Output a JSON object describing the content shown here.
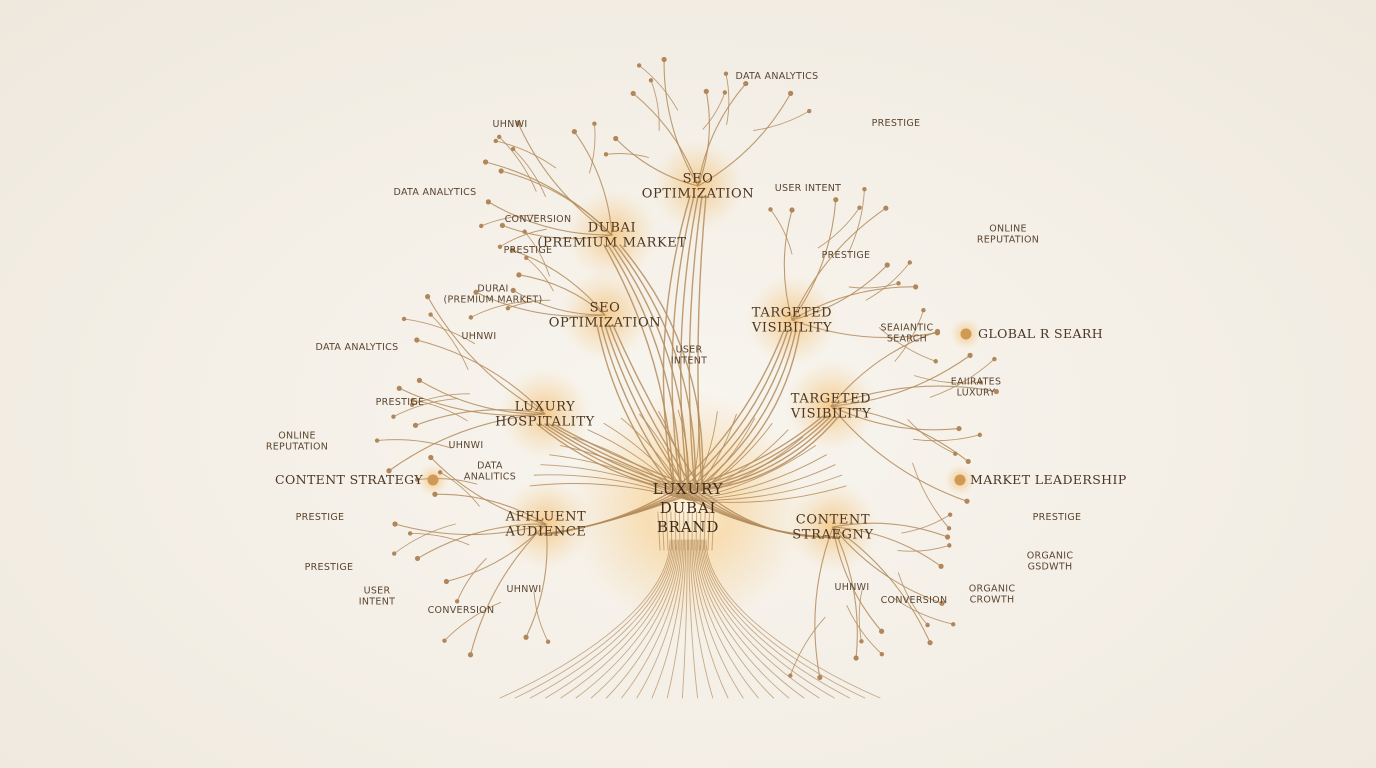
{
  "center": {
    "lines": [
      "LUXURY",
      "DUBAI",
      "BRAND"
    ]
  },
  "hubs": [
    {
      "id": "seo-top",
      "lines": [
        "SEO",
        "OPTIMIZATION"
      ]
    },
    {
      "id": "dubai-premium",
      "lines": [
        "DUBAI",
        "(PREMIUM MARKET"
      ]
    },
    {
      "id": "seo-mid",
      "lines": [
        "SEO",
        "OPTIMIZATION"
      ]
    },
    {
      "id": "targeted-visibility-top",
      "lines": [
        "TARGETED",
        "VISIBILITY"
      ]
    },
    {
      "id": "luxury-hospitality",
      "lines": [
        "LUXURY",
        "HOSPITALITY"
      ]
    },
    {
      "id": "targeted-visibility-mid",
      "lines": [
        "TARGETED",
        "VISIBILITY"
      ]
    },
    {
      "id": "affluent-audience",
      "lines": [
        "AFFLUENT",
        "AUDIENCE"
      ]
    },
    {
      "id": "content-strategy-right",
      "lines": [
        "CONTENT",
        "STRAEGNY"
      ]
    }
  ],
  "side_nodes": [
    {
      "id": "content-strategy-left",
      "text": "CONTENT STRATEGY"
    },
    {
      "id": "global-search",
      "text": "GLOBAL R SEARH"
    },
    {
      "id": "market-leadership",
      "text": "MARKET LEADERSHIP"
    }
  ],
  "labels": [
    {
      "id": "uhnwi-1",
      "lines": [
        "UHNWI"
      ]
    },
    {
      "id": "data-analytics-top",
      "lines": [
        "DATA ANALYTICS"
      ]
    },
    {
      "id": "prestige-top",
      "lines": [
        "PRESTIGE"
      ]
    },
    {
      "id": "data-analytics-2",
      "lines": [
        "DATA ANALYTICS"
      ]
    },
    {
      "id": "conversion-1",
      "lines": [
        "CONVERSION"
      ]
    },
    {
      "id": "user-intent-1",
      "lines": [
        "USER INTENT"
      ]
    },
    {
      "id": "prestige-2",
      "lines": [
        "PRESTIGE"
      ]
    },
    {
      "id": "online-reputation-right",
      "lines": [
        "ONLINE",
        "REPUTATION"
      ]
    },
    {
      "id": "prestige-3",
      "lines": [
        "PRESTIGE"
      ]
    },
    {
      "id": "dubai-premium-small",
      "lines": [
        "DURAI",
        "(PREMIUM MARKET)"
      ]
    },
    {
      "id": "uhnwi-2",
      "lines": [
        "UHNWI"
      ]
    },
    {
      "id": "user-intent-2",
      "lines": [
        "USER",
        "INTENT"
      ]
    },
    {
      "id": "semantic-search",
      "lines": [
        "SEAIANTIC",
        "SEARCH"
      ]
    },
    {
      "id": "data-analytics-3",
      "lines": [
        "DATA ANALYTICS"
      ]
    },
    {
      "id": "emirates-luxury",
      "lines": [
        "EAIIRATES",
        "LUXURY"
      ]
    },
    {
      "id": "prestige-4",
      "lines": [
        "PRESTIGE"
      ]
    },
    {
      "id": "online-reputation-left",
      "lines": [
        "ONLINE",
        "REPUTATION"
      ]
    },
    {
      "id": "uhnwi-3",
      "lines": [
        "UHNWI"
      ]
    },
    {
      "id": "data-analytics-4",
      "lines": [
        "DATA",
        "ANALITICS"
      ]
    },
    {
      "id": "prestige-5",
      "lines": [
        "PRESTIGE"
      ]
    },
    {
      "id": "prestige-6",
      "lines": [
        "PRESTIGE"
      ]
    },
    {
      "id": "organic-growth-1",
      "lines": [
        "ORGANIC",
        "GSDWTH"
      ]
    },
    {
      "id": "prestige-7",
      "lines": [
        "PRESTIGE"
      ]
    },
    {
      "id": "user-intent-3",
      "lines": [
        "USER",
        "INTENT"
      ]
    },
    {
      "id": "uhnwi-4",
      "lines": [
        "UHNWI"
      ]
    },
    {
      "id": "conversion-2",
      "lines": [
        "CONVERSION"
      ]
    },
    {
      "id": "uhnwi-5",
      "lines": [
        "UHNWI"
      ]
    },
    {
      "id": "conversion-3",
      "lines": [
        "CONVERSION"
      ]
    },
    {
      "id": "organic-growth-2",
      "lines": [
        "ORGANIC",
        "CROWTH"
      ]
    }
  ],
  "colors": {
    "branch": "#b48c5c",
    "glow": "#f2c07a",
    "dot": "#b0865a",
    "text": "#5b4530"
  }
}
